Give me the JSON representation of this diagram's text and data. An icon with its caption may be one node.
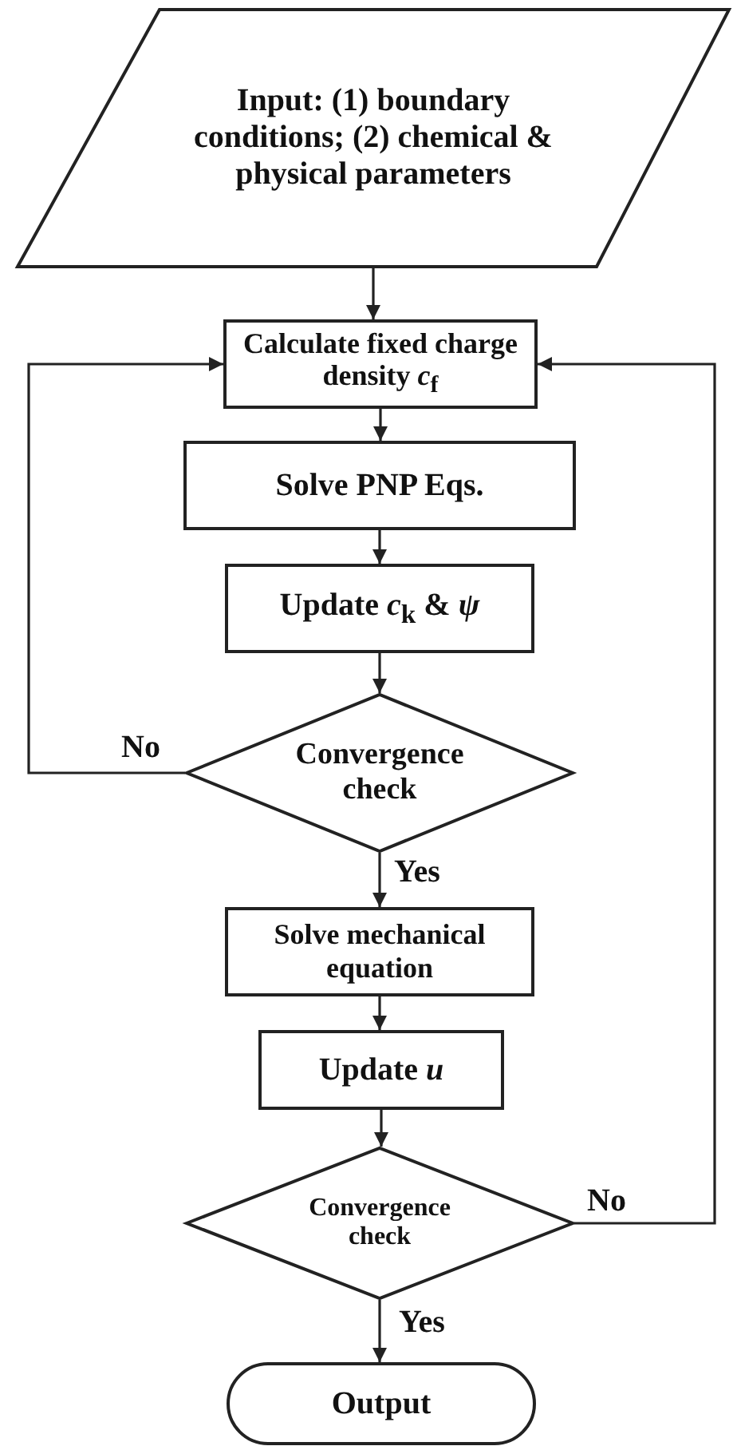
{
  "diagram": {
    "nodes": [
      {
        "text": [
          "Input: (1) boundary conditions; (2) chemical & physical parameters"
        ]
      },
      {
        "text": [
          "Calculate fixed charge density *c*$_{f}$"
        ]
      },
      {
        "text": [
          "Solve  PNP Eqs."
        ]
      },
      {
        "text": [
          "Update *c*$_{k}$ & *ψ*"
        ]
      },
      {
        "text": [
          "Convergence check"
        ]
      },
      {
        "text": [
          "Solve mechanical equation"
        ]
      },
      {
        "text": [
          "Update *u*"
        ]
      },
      {
        "text": [
          "Convergence check"
        ]
      },
      {
        "text": [
          "Output"
        ]
      }
    ],
    "edges": [
      {
        "from": 0,
        "to": 1,
        "arrow": "to"
      },
      {
        "from": 1,
        "to": 2,
        "arrow": "to"
      },
      {
        "from": 2,
        "to": 3,
        "arrow": "to"
      },
      {
        "from": 3,
        "to": 4,
        "arrow": "to"
      },
      {
        "from": 4,
        "to": 1,
        "arrow": "to",
        "label": "No"
      },
      {
        "from": 4,
        "to": 5,
        "arrow": "to",
        "label": "Yes"
      },
      {
        "from": 5,
        "to": 6,
        "arrow": "to"
      },
      {
        "from": 6,
        "to": 7,
        "arrow": "to"
      },
      {
        "from": 7,
        "to": 1,
        "arrow": "to",
        "label": "No"
      },
      {
        "from": 7,
        "to": 8,
        "arrow": "to",
        "label": "Yes"
      }
    ]
  }
}
